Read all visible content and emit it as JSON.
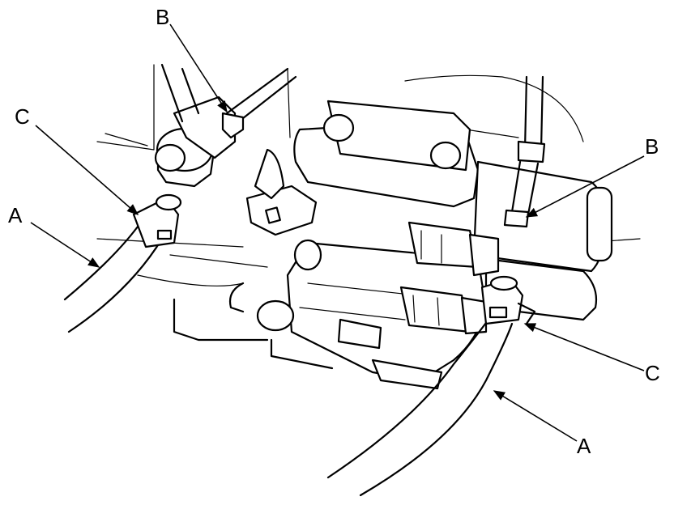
{
  "callouts": {
    "b_top": "B",
    "b_right": "B",
    "c_left": "C",
    "c_right": "C",
    "a_left": "A",
    "a_bottom": "A"
  }
}
